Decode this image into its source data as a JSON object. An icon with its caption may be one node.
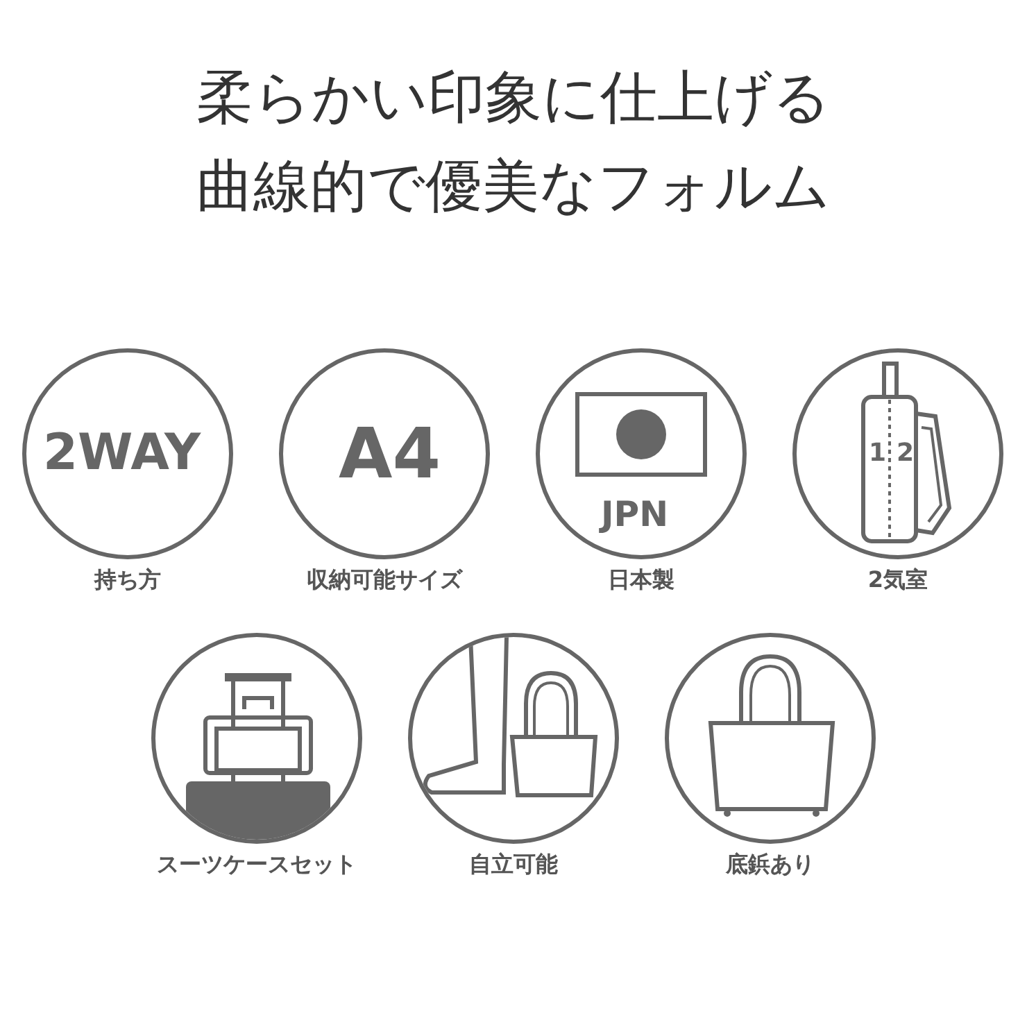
{
  "diagram": {
    "title": "柔らかい印象に仕上げる曲線的で優美なフォルム",
    "nodes": [
      {
        "text": [
          "2WAY"
        ],
        "beside": [
          "持ち方"
        ]
      },
      {
        "text": [
          "A4"
        ],
        "beside": [
          "収納可能サイズ"
        ]
      },
      {
        "text": [
          "JPN"
        ],
        "beside": [
          "日本製"
        ]
      },
      {
        "text": [
          "1",
          "2"
        ],
        "beside": [
          "2気室"
        ]
      },
      {
        "text": [],
        "shape": "circle",
        "beside": [
          "スーツケースセット"
        ]
      },
      {
        "text": [],
        "shape": "circle",
        "beside": [
          "自立可能"
        ]
      },
      {
        "text": [],
        "shape": "circle",
        "beside": [
          "底鋲あり"
        ]
      }
    ]
  }
}
